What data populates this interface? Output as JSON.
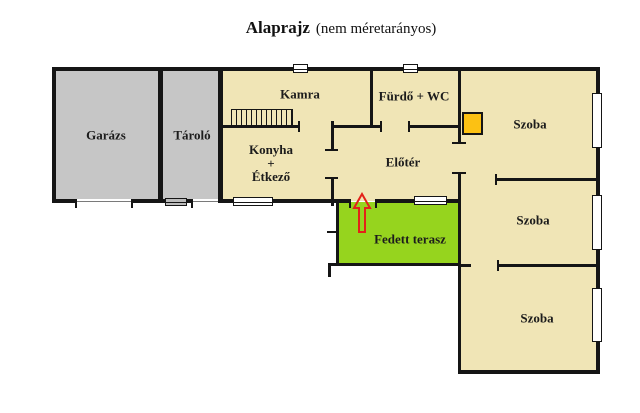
{
  "title": {
    "main": "Alaprajz",
    "subtitle": "(nem méretarányos)"
  },
  "rooms": {
    "garage": {
      "label": "Garázs"
    },
    "storage": {
      "label": "Tároló"
    },
    "pantry": {
      "label": "Kamra"
    },
    "bathroom": {
      "label": "Fürdő + WC"
    },
    "kitchen": {
      "line1": "Konyha",
      "line2": "+",
      "line3": "Étkező"
    },
    "hall": {
      "label": "Előtér"
    },
    "room_top": {
      "label": "Szoba"
    },
    "room_middle": {
      "label": "Szoba"
    },
    "room_bottom": {
      "label": "Szoba"
    },
    "terrace": {
      "label": "Fedett terasz"
    }
  },
  "symbols": {
    "entrance_arrow": "entrance direction arrow",
    "boiler": "boiler / stove marker",
    "stairs": "stairs symbol",
    "windows": "window symbol",
    "door_openings": "door opening gap"
  },
  "colors": {
    "wall": "#151515",
    "room_fill": "#f0e5b6",
    "garage_fill": "#c6c6c6",
    "terrace_fill": "#96d41e",
    "boiler_fill": "#fcc113",
    "entrance_arrow": "#e32119",
    "window_fill": "#ffffff"
  }
}
